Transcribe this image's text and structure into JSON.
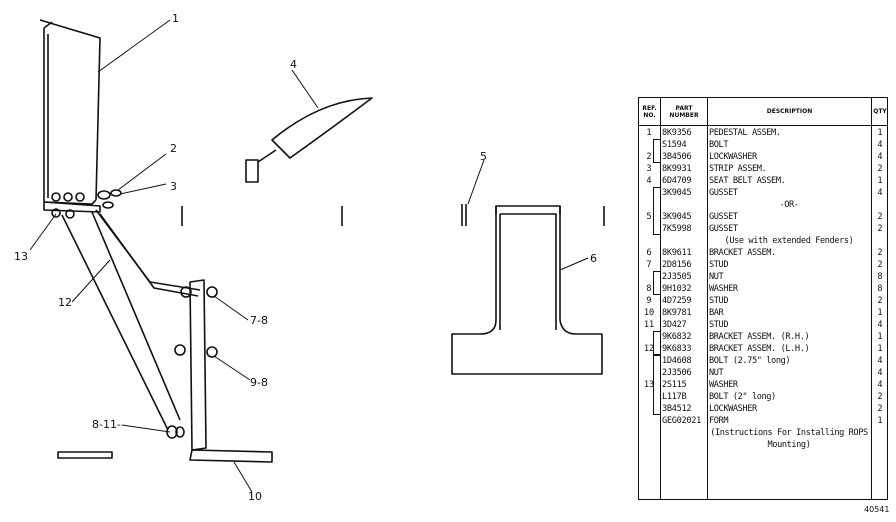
{
  "callouts": [
    {
      "id": "c1",
      "text": "1"
    },
    {
      "id": "c2",
      "text": "2"
    },
    {
      "id": "c3",
      "text": "3"
    },
    {
      "id": "c4",
      "text": "4"
    },
    {
      "id": "c5",
      "text": "5"
    },
    {
      "id": "c6",
      "text": "6"
    },
    {
      "id": "c7",
      "text": "7-8"
    },
    {
      "id": "c9",
      "text": "9-8"
    },
    {
      "id": "c8",
      "text": "8-11-"
    },
    {
      "id": "c10",
      "text": "10"
    },
    {
      "id": "c12",
      "text": "12"
    },
    {
      "id": "c13",
      "text": "13"
    }
  ],
  "figure_number": "40541",
  "table": {
    "headers": {
      "ref": "REF. NO.",
      "part": "PART NUMBER",
      "desc": "DESCRIPTION",
      "qty": "QTY"
    },
    "rows": [
      {
        "ref": "1",
        "part": "8K9356",
        "desc": "PEDESTAL ASSEM.",
        "qty": "1"
      },
      {
        "ref": "",
        "part": "S1594",
        "desc": "BOLT",
        "qty": "4"
      },
      {
        "ref": "2",
        "part": "3B4506",
        "desc": "LOCKWASHER",
        "qty": "4"
      },
      {
        "ref": "3",
        "part": "8K9931",
        "desc": "STRIP ASSEM.",
        "qty": "2"
      },
      {
        "ref": "4",
        "part": "6D4709",
        "desc": "SEAT BELT ASSEM.",
        "qty": "1"
      },
      {
        "ref": "",
        "part": "3K9045",
        "desc": "GUSSET",
        "qty": "4"
      },
      {
        "ref": "",
        "part": "",
        "desc": "-OR-",
        "qty": ""
      },
      {
        "ref": "5",
        "part": "3K9045",
        "desc": "GUSSET",
        "qty": "2"
      },
      {
        "ref": "",
        "part": "7K5998",
        "desc": "GUSSET",
        "qty": "2"
      },
      {
        "ref": "",
        "part": "",
        "desc": "(Use with extended Fenders)",
        "qty": ""
      },
      {
        "ref": "6",
        "part": "8K9611",
        "desc": "BRACKET ASSEM.",
        "qty": "2"
      },
      {
        "ref": "7",
        "part": "2D8156",
        "desc": "STUD",
        "qty": "2"
      },
      {
        "ref": "",
        "part": "2J3505",
        "desc": "NUT",
        "qty": "8"
      },
      {
        "ref": "8",
        "part": "9H1032",
        "desc": "WASHER",
        "qty": "8"
      },
      {
        "ref": "9",
        "part": "4D7259",
        "desc": "STUD",
        "qty": "2"
      },
      {
        "ref": "10",
        "part": "8K9781",
        "desc": "BAR",
        "qty": "1"
      },
      {
        "ref": "11",
        "part": "3D427",
        "desc": "STUD",
        "qty": "4"
      },
      {
        "ref": "",
        "part": "9K6832",
        "desc": "BRACKET ASSEM. (R.H.)",
        "qty": "1"
      },
      {
        "ref": "12",
        "part": "9K6833",
        "desc": "BRACKET ASSEM. (L.H.)",
        "qty": "1"
      },
      {
        "ref": "",
        "part": "1D4608",
        "desc": "BOLT (2.75\" long)",
        "qty": "4"
      },
      {
        "ref": "",
        "part": "2J3506",
        "desc": "NUT",
        "qty": "4"
      },
      {
        "ref": "13",
        "part": "2S115",
        "desc": "WASHER",
        "qty": "4"
      },
      {
        "ref": "",
        "part": "L117B",
        "desc": "BOLT (2\" long)",
        "qty": "2"
      },
      {
        "ref": "",
        "part": "3B4512",
        "desc": "LOCKWASHER",
        "qty": "2"
      },
      {
        "ref": "",
        "part": "GEG02021",
        "desc": "FORM",
        "qty": "1"
      },
      {
        "ref": "",
        "part": "",
        "desc": "(Instructions For Installing ROPS",
        "qty": ""
      },
      {
        "ref": "",
        "part": "",
        "desc": "Mounting)",
        "qty": ""
      }
    ]
  }
}
